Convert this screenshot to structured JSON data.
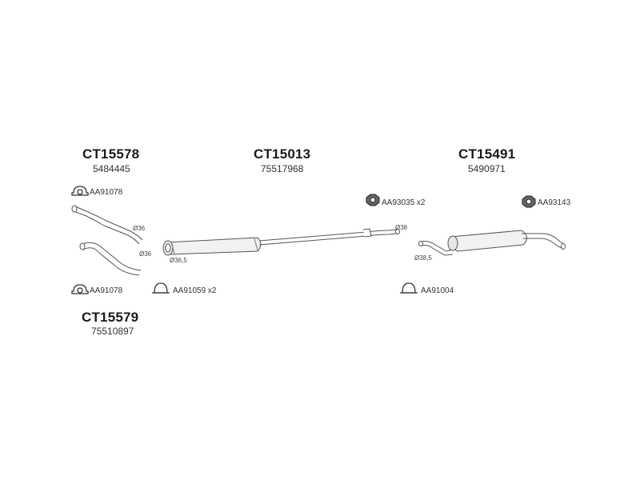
{
  "groups": {
    "front_upper": {
      "code": "CT15578",
      "ref": "5484445"
    },
    "front_lower": {
      "code": "CT15579",
      "ref": "75510897"
    },
    "middle": {
      "code": "CT15013",
      "ref": "75517968"
    },
    "rear": {
      "code": "CT15491",
      "ref": "5490971"
    }
  },
  "parts": {
    "clamp_upper": "AA91078",
    "clamp_lower": "AA91078",
    "clamp_mid": "AA91059 x2",
    "nut_mid": "AA93035 x2",
    "nut_rear": "AA93143",
    "clamp_rear": "AA91004"
  },
  "dimensions": {
    "d1": "Ø36",
    "d2": "Ø36",
    "d3": "Ø36,5",
    "d4": "Ø38",
    "d5": "Ø38,5"
  }
}
